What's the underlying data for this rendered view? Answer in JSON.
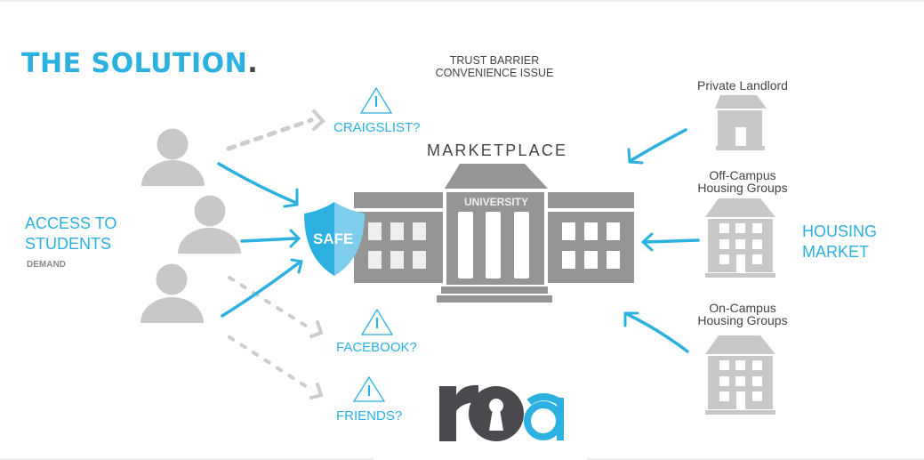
{
  "slide": {
    "title": "THE SOLUTION",
    "title_period": ".",
    "top_note": [
      "TRUST BARRIER",
      "CONVENIENCE ISSUE"
    ],
    "colors": {
      "accent": "#2bb0e0",
      "accent_light": "#7fcdec",
      "building_gray": "#959595",
      "house_gray": "#c8c8c8",
      "dark": "#3f4045"
    }
  },
  "demand_side": {
    "label_line1": "ACCESS TO",
    "label_line2": "STUDENTS",
    "sublabel": "DEMAND",
    "students": [
      {
        "icon": "person-icon"
      },
      {
        "icon": "person-icon"
      },
      {
        "icon": "person-icon"
      }
    ]
  },
  "alternatives": [
    {
      "label": "CRAIGSLIST?",
      "icon": "warning-icon"
    },
    {
      "label": "FACEBOOK?",
      "icon": "warning-icon"
    },
    {
      "label": "FRIENDS?",
      "icon": "warning-icon"
    }
  ],
  "center": {
    "marketplace_label": "MARKETPLACE",
    "building_label": "UNIVERSITY",
    "shield_label": "SAFE"
  },
  "supply_side": {
    "label_line1": "HOUSING",
    "label_line2": "MARKET",
    "providers": [
      {
        "label_line1": "Private Landlord",
        "label_line2": "",
        "icon": "house-icon"
      },
      {
        "label_line1": "Off-Campus",
        "label_line2": "Housing Groups",
        "icon": "apartment-building-icon"
      },
      {
        "label_line1": "On-Campus",
        "label_line2": "Housing Groups",
        "icon": "apartment-building-icon"
      }
    ]
  },
  "logo": {
    "text_left": "ro",
    "text_right": "a",
    "icon": "keyhole-icon"
  }
}
